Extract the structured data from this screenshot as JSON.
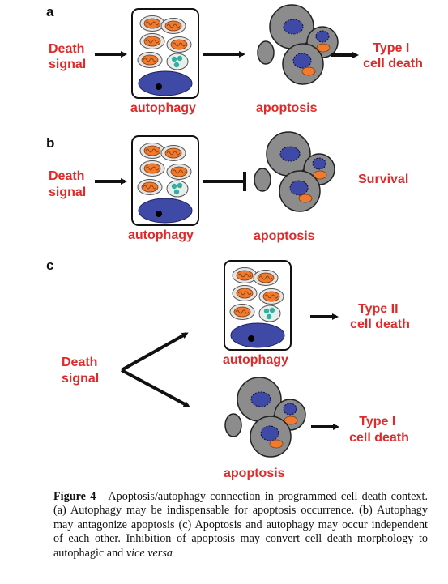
{
  "colors": {
    "label_red": "#e02a2a",
    "nucleus_blue": "#3f4aa6",
    "mito_orange": "#f07a2e",
    "gray_cell": "#8c8c8c",
    "vesicle_teal": "#2fb0a0"
  },
  "panels": {
    "a": {
      "letter": "a",
      "input": [
        "Death",
        "signal"
      ],
      "autophagy": "autophagy",
      "apoptosis": "apoptosis",
      "outcome": [
        "Type I",
        "cell death"
      ]
    },
    "b": {
      "letter": "b",
      "input": [
        "Death",
        "signal"
      ],
      "autophagy": "autophagy",
      "apoptosis": "apoptosis",
      "outcome": [
        "Survival"
      ]
    },
    "c": {
      "letter": "c",
      "input": [
        "Death",
        "signal"
      ],
      "autophagy": "autophagy",
      "apoptosis": "apoptosis",
      "outcome_autophagy": [
        "Type II",
        "cell death"
      ],
      "outcome_apoptosis": [
        "Type I",
        "cell death"
      ]
    }
  },
  "caption": {
    "label": "Figure 4",
    "text": "Apoptosis/autophagy connection in programmed cell death context. (a) Autophagy may be indispensable for apoptosis occurrence. (b) Autophagy may antagonize apoptosis (c) Apoptosis and autophagy may occur independent of each other. Inhibition of apoptosis may convert cell death morphology to autophagic and",
    "italic_tail": "vice versa"
  }
}
